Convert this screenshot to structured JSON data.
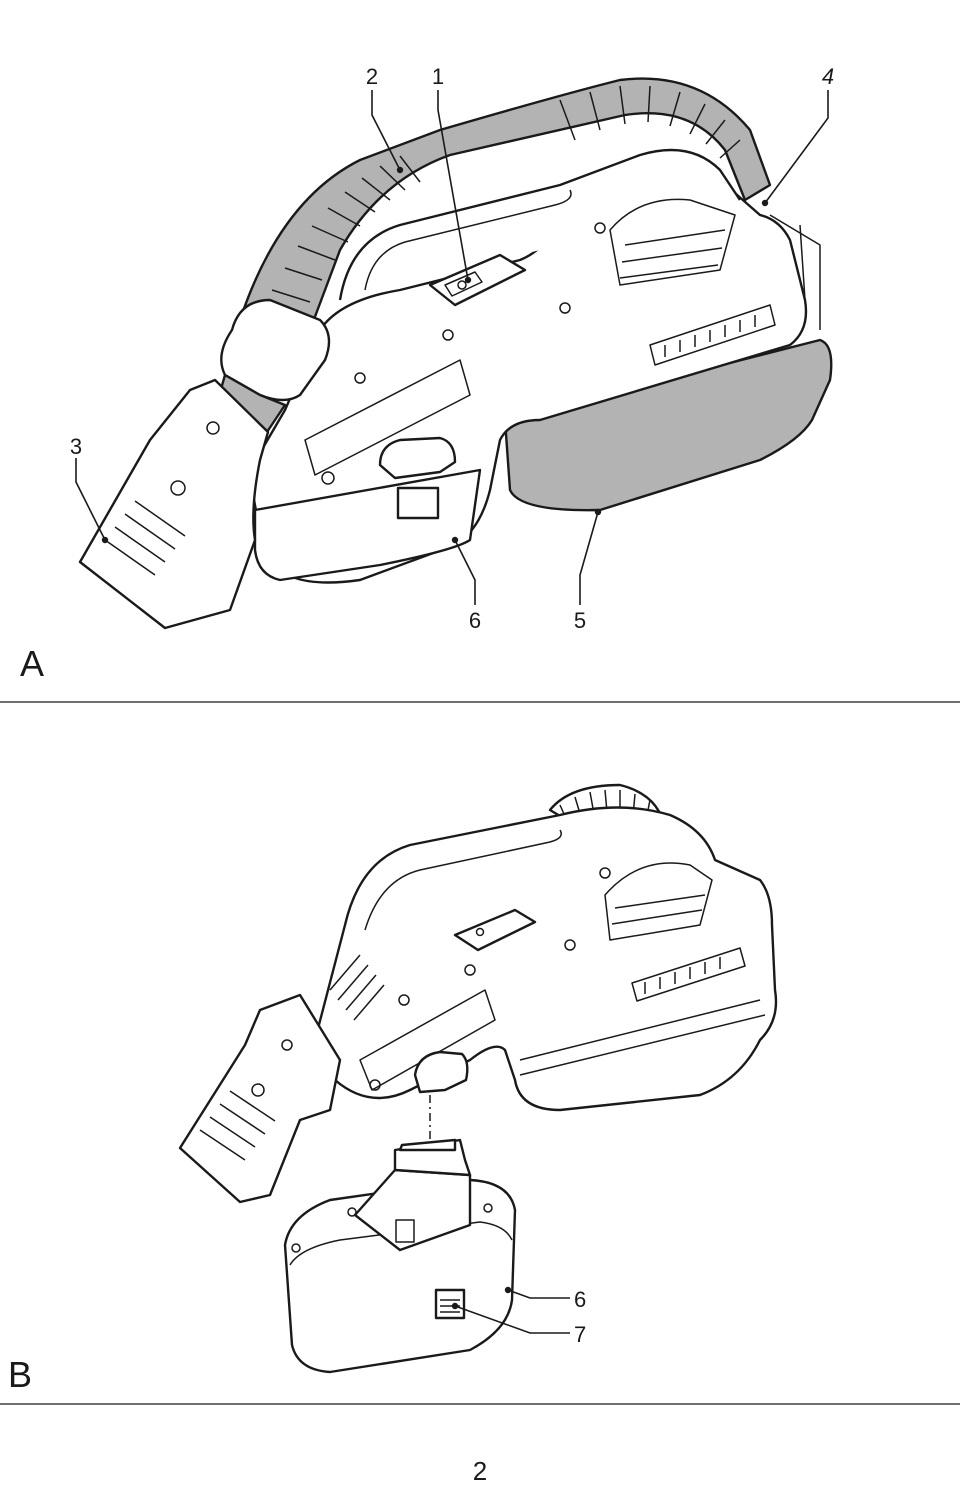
{
  "panels": [
    {
      "label": "A",
      "callouts": [
        {
          "id": "c2",
          "text": "2"
        },
        {
          "id": "c1",
          "text": "1"
        },
        {
          "id": "c4",
          "text": "4"
        },
        {
          "id": "c3",
          "text": "3"
        },
        {
          "id": "c6",
          "text": "6"
        },
        {
          "id": "c5",
          "text": "5"
        }
      ]
    },
    {
      "label": "B",
      "callouts": [
        {
          "id": "c6",
          "text": "6"
        },
        {
          "id": "c7",
          "text": "7"
        }
      ]
    }
  ],
  "page_number": "2"
}
